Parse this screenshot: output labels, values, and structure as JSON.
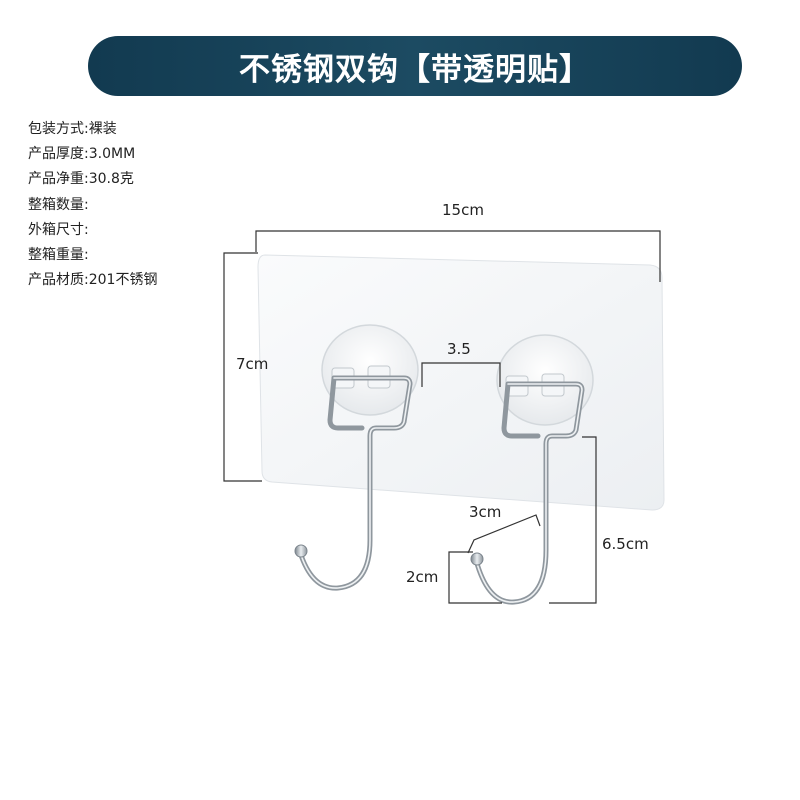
{
  "banner": {
    "title": "不锈钢双钩【带透明贴】"
  },
  "specs": [
    {
      "label": "包装方式:",
      "value": "裸装"
    },
    {
      "label": "产品厚度:",
      "value": "3.0MM"
    },
    {
      "label": "产品净重:",
      "value": "30.8克"
    },
    {
      "label": "整箱数量:",
      "value": ""
    },
    {
      "label": "外箱尺寸:",
      "value": ""
    },
    {
      "label": "整箱重量:",
      "value": ""
    },
    {
      "label": "产品材质:",
      "value": "201不锈钢"
    }
  ],
  "dimensions": {
    "width": "15cm",
    "height": "7cm",
    "hook_spacing": "3.5",
    "hook_length": "6.5cm",
    "hook_opening": "3cm",
    "tip_height": "2cm"
  },
  "colors": {
    "banner": "#163f55",
    "steel": "#9aa3ab",
    "pad": "#f2f4f6"
  }
}
